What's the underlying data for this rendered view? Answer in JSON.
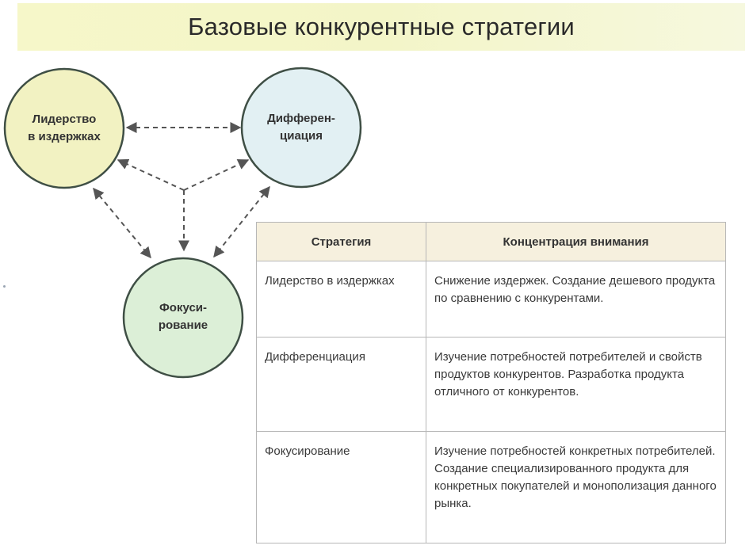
{
  "title": "Базовые конкурентные стратегии",
  "nodes": {
    "leadership": {
      "line1": "Лидерство",
      "line2": "в издержках",
      "color": "#f2f2c2"
    },
    "differentiation": {
      "line1": "Дифферен-",
      "line2": "циация",
      "color": "#e2f0f3"
    },
    "focus": {
      "line1": "Фокуси-",
      "line2": "рование",
      "color": "#dcefd7"
    }
  },
  "table": {
    "headers": [
      "Стратегия",
      "Концентрация внимания"
    ],
    "rows": [
      {
        "strategy": "Лидерство в издержках",
        "focus": "Снижение издержек. Создание дешевого продукта по сравнению с конкурентами."
      },
      {
        "strategy": "Дифференциация",
        "focus": "Изучение потребностей потребителей и свойств продуктов конкурентов. Разработка продукта отличного от конкурентов."
      },
      {
        "strategy": "Фокусирование",
        "focus": "Изучение потребностей конкретных потребителей. Создание специализированного продукта для конкретных покупателей и монополизация данного рынка."
      }
    ]
  },
  "colors": {
    "circle_stroke": "#3f4f45",
    "arrow": "#555555"
  }
}
